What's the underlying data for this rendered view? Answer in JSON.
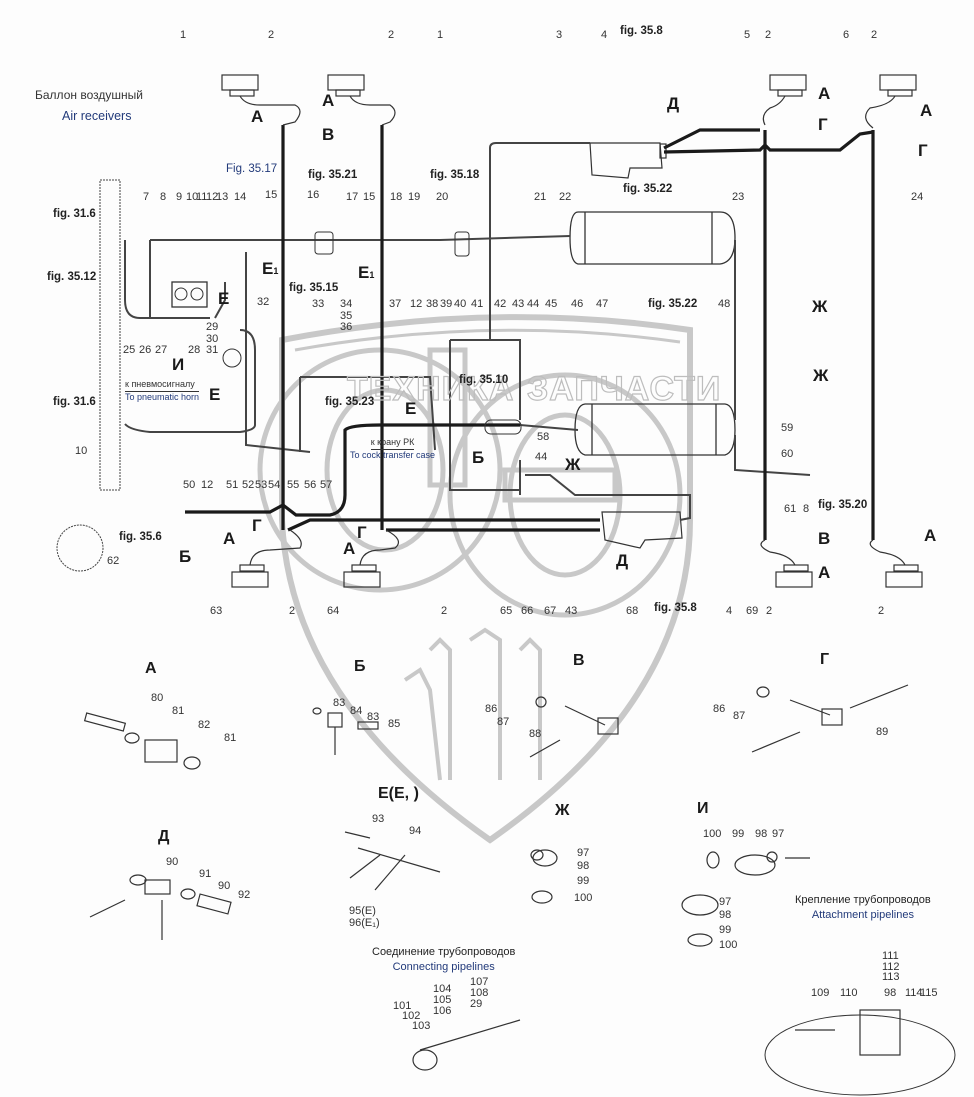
{
  "title_ru": "Баллон воздушный",
  "title_en": "Air receivers",
  "watermark": {
    "left": "ТЕХНИКА",
    "right": "ЗАПЧАСТИ",
    "logo": "ЭПФ"
  },
  "notes": {
    "horn_ru": "к пневмосигналу",
    "horn_en": "To pneumatic horn",
    "cock_ru": "к крану РК",
    "cock_en": "To cock transfer case"
  },
  "figure_refs": {
    "f31_6a": "fig. 31.6",
    "f31_6b": "fig. 31.6",
    "f35_12": "fig. 35.12",
    "f35_17": "Fig. 35.17",
    "f35_21": "fig. 35.21",
    "f35_18": "fig. 35.18",
    "f35_8a": "fig. 35.8",
    "f35_8b": "fig. 35.8",
    "f35_22a": "fig. 35.22",
    "f35_22b": "fig. 35.22",
    "f35_15": "fig. 35.15",
    "f35_23": "fig. 35.23",
    "f35_10": "fig. 35.10",
    "f35_20": "fig. 35.20",
    "f35_6": "fig. 35.6"
  },
  "callout_letters": {
    "A": "А",
    "B": "Б",
    "V": "В",
    "G": "Г",
    "D": "Д",
    "E": "Е",
    "E1": "Е",
    "E1_sub": "1",
    "Zh": "Ж",
    "I": "И"
  },
  "part_numbers_main": [
    "1",
    "2",
    "2",
    "1",
    "3",
    "4",
    "5",
    "2",
    "6",
    "2",
    "7",
    "8",
    "9",
    "10",
    "11",
    "12",
    "13",
    "14",
    "15",
    "16",
    "17",
    "15",
    "18",
    "19",
    "20",
    "21",
    "22",
    "23",
    "24",
    "25",
    "26",
    "27",
    "28",
    "29",
    "30",
    "31",
    "32",
    "33",
    "34",
    "35",
    "36",
    "37",
    "12",
    "38",
    "39",
    "40",
    "41",
    "42",
    "43",
    "44",
    "45",
    "46",
    "47",
    "48",
    "10",
    "50",
    "12",
    "51",
    "52",
    "53",
    "54",
    "55",
    "56",
    "57",
    "58",
    "44",
    "59",
    "60",
    "61",
    "8",
    "62",
    "63",
    "2",
    "64",
    "2",
    "65",
    "66",
    "67",
    "43",
    "68",
    "4",
    "69",
    "2",
    "2"
  ],
  "details": {
    "A": {
      "title": "А",
      "parts": [
        "80",
        "81",
        "82",
        "81"
      ]
    },
    "B": {
      "title": "Б",
      "parts": [
        "83",
        "84",
        "83",
        "85"
      ]
    },
    "V": {
      "title": "В",
      "parts": [
        "86",
        "87",
        "88"
      ]
    },
    "G": {
      "title": "Г",
      "parts": [
        "86",
        "87",
        "89"
      ]
    },
    "D": {
      "title": "Д",
      "parts": [
        "90",
        "91",
        "90",
        "92"
      ]
    },
    "E": {
      "title": "Е(Е, )",
      "parts": [
        "93",
        "94",
        "95(Е)",
        "96(Е₁)"
      ]
    },
    "Zh": {
      "title": "Ж",
      "parts": [
        "97",
        "98",
        "99",
        "100"
      ]
    },
    "I": {
      "title": "И",
      "parts": [
        "100",
        "99",
        "98",
        "97",
        "97",
        "98",
        "99",
        "100"
      ]
    }
  },
  "captions": {
    "connecting_ru": "Соединение трубопроводов",
    "connecting_en": "Connecting pipelines",
    "connecting_parts": [
      "101",
      "102",
      "103",
      "104",
      "105",
      "106",
      "107",
      "108",
      "29"
    ],
    "attachment_ru": "Крепление трубопроводов",
    "attachment_en": "Attachment pipelines",
    "attachment_parts": [
      "109",
      "110",
      "111",
      "112",
      "113",
      "98",
      "114",
      "115"
    ]
  }
}
